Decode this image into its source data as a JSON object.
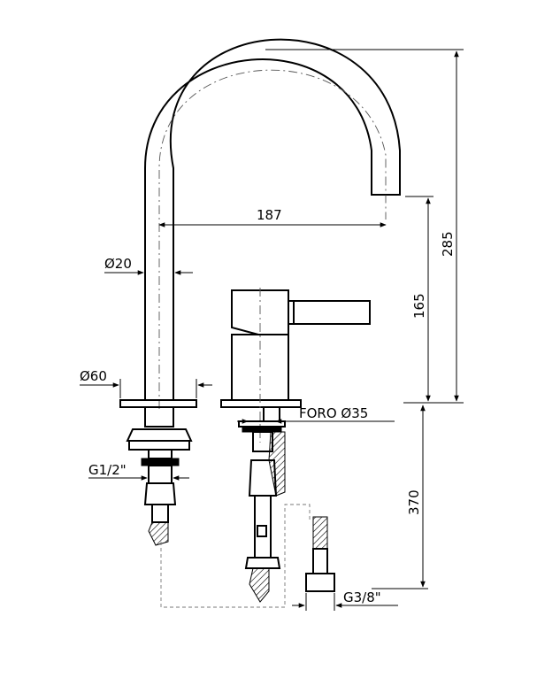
{
  "labels": {
    "dim_spout_reach": "187",
    "dim_total_height": "285",
    "dim_lever_height": "165",
    "dim_pipe_dia": "Ø20",
    "dim_base_dia": "Ø60",
    "dim_hole": "FORO Ø35",
    "dim_thread_half": "G1/2\"",
    "dim_below_deck": "370",
    "dim_thread_38": "G3/8\""
  },
  "colors": {
    "line": "#000000",
    "centerline": "#555555",
    "hidden": "#777777"
  }
}
